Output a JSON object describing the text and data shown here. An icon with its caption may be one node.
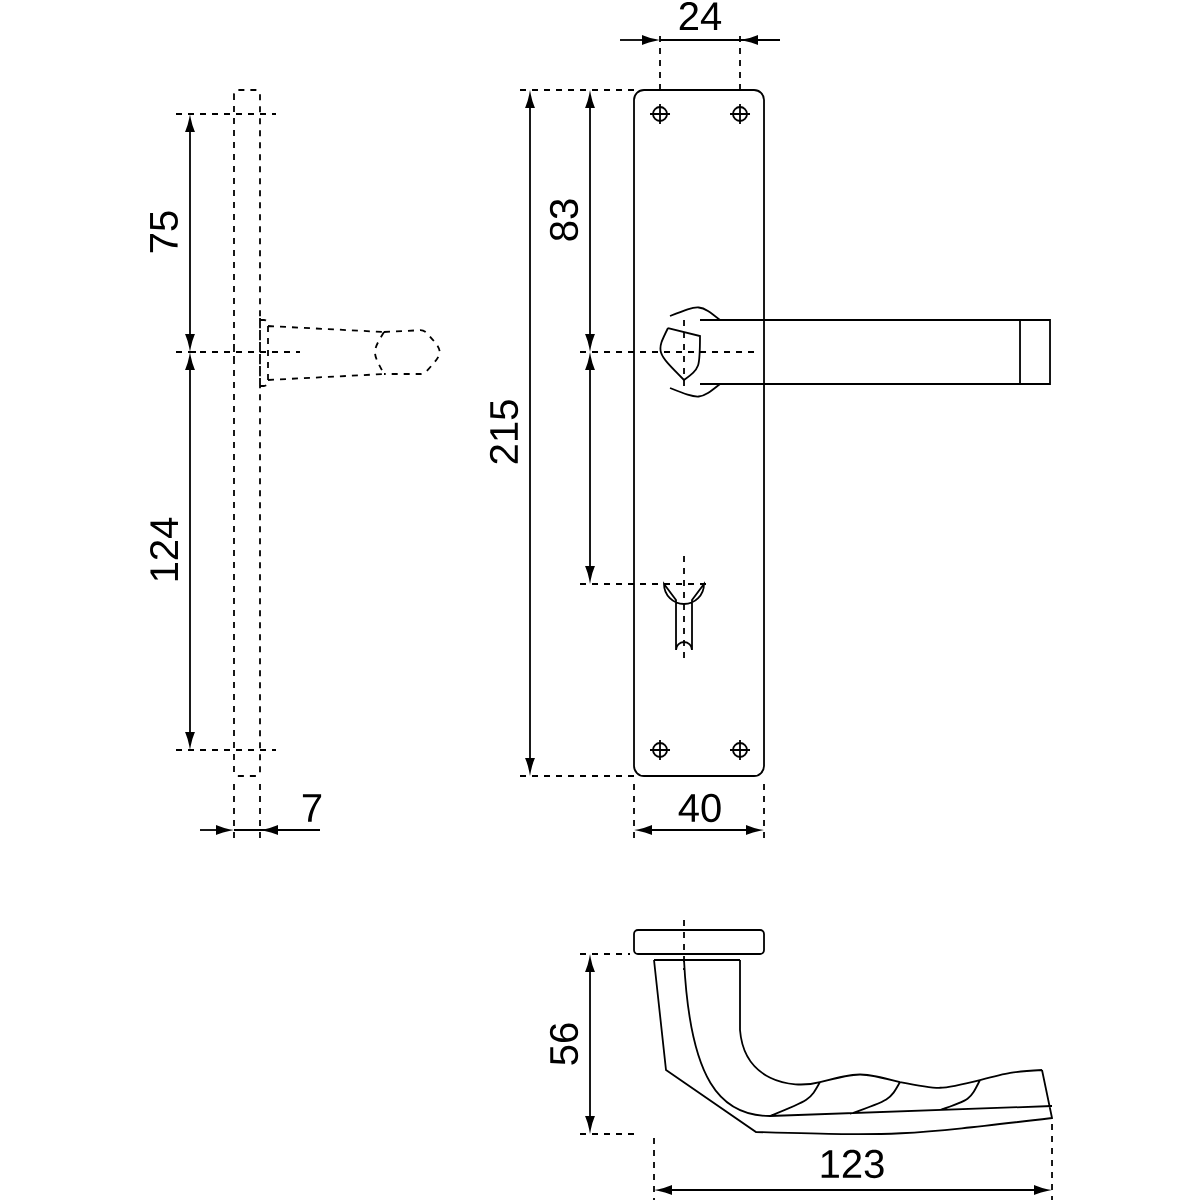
{
  "diagram": {
    "labels": [
      "24",
      "75",
      "83",
      "215",
      "124",
      "7",
      "40",
      "56",
      "123"
    ]
  }
}
